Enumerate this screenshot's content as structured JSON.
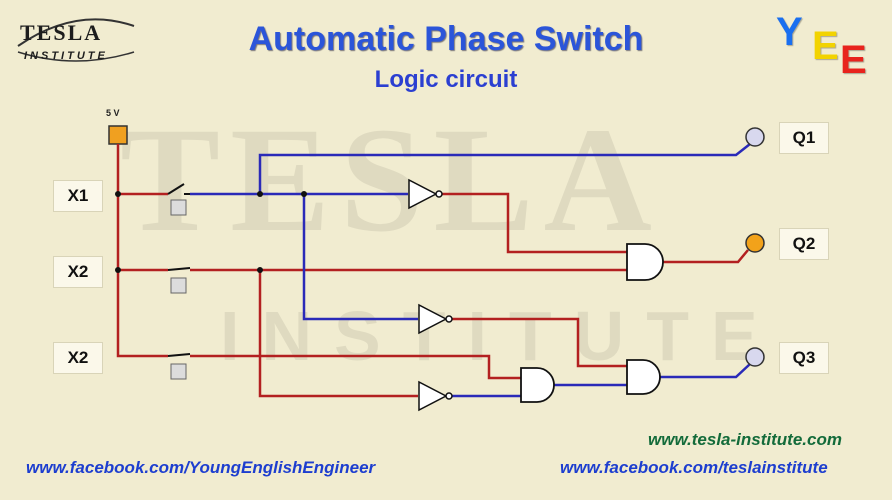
{
  "header": {
    "title": "Automatic Phase Switch",
    "subtitle": "Logic circuit"
  },
  "logo": {
    "main": "TESLA",
    "sub": "INSTITUTE"
  },
  "brand": {
    "letters": [
      "Y",
      "E",
      "E"
    ]
  },
  "supply": {
    "label": "5 V"
  },
  "inputs": [
    "X1",
    "X2",
    "X2"
  ],
  "outputs": [
    "Q1",
    "Q2",
    "Q3"
  ],
  "output_states": [
    "off",
    "on",
    "off"
  ],
  "links": {
    "facebook_left": "www.facebook.com/YoungEnglishEngineer",
    "site": "www.tesla-institute.com",
    "facebook_right": "www.facebook.com/teslainstitute"
  },
  "colors": {
    "background": "#f1ecd0",
    "active_wire": "#b32020",
    "inactive_wire": "#2a2ab8",
    "led_on": "#f2a21a",
    "led_off": "#d8d8ee",
    "title": "#2b55d9"
  },
  "icons": {
    "switch": "toggle-switch-icon",
    "not_gate": "not-gate-icon",
    "and_gate": "and-gate-icon",
    "led": "led-icon",
    "power": "power-source-icon"
  }
}
